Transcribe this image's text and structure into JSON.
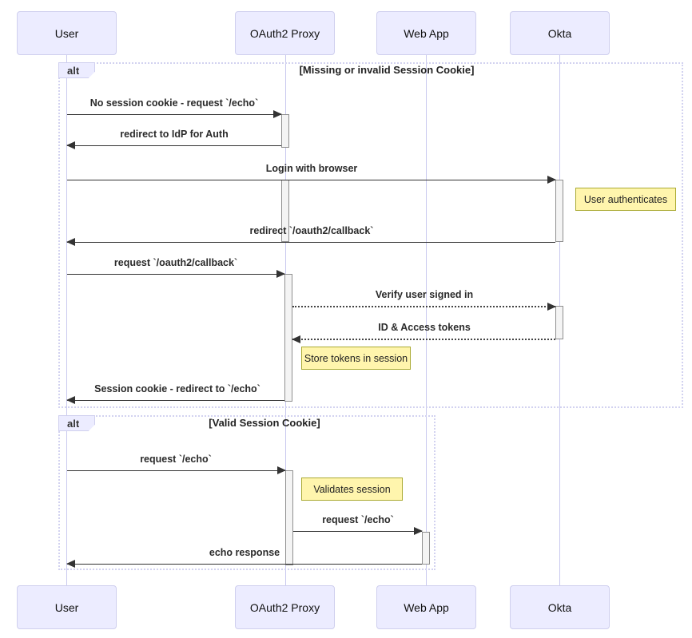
{
  "diagram_type": "sequence-diagram",
  "actors": [
    {
      "label": "User"
    },
    {
      "label": "OAuth2 Proxy"
    },
    {
      "label": "Web App"
    },
    {
      "label": "Okta"
    }
  ],
  "frames": [
    {
      "label": "alt",
      "condition": "[Missing or invalid Session Cookie]"
    },
    {
      "label": "alt",
      "condition": "[Valid Session Cookie]"
    }
  ],
  "messages": [
    {
      "text": "No session cookie - request `/echo`",
      "from": "User",
      "to": "OAuth2 Proxy",
      "line": "solid",
      "direction": "right"
    },
    {
      "text": "redirect to IdP for Auth",
      "from": "OAuth2 Proxy",
      "to": "User",
      "line": "solid",
      "direction": "left"
    },
    {
      "text": "Login with browser",
      "from": "User",
      "to": "Okta",
      "line": "solid",
      "direction": "right"
    },
    {
      "text": "redirect `/oauth2/callback`",
      "from": "Okta",
      "to": "User",
      "line": "solid",
      "direction": "left"
    },
    {
      "text": "request `/oauth2/callback`",
      "from": "User",
      "to": "OAuth2 Proxy",
      "line": "solid",
      "direction": "right"
    },
    {
      "text": "Verify user signed in",
      "from": "OAuth2 Proxy",
      "to": "Okta",
      "line": "dotted",
      "direction": "right"
    },
    {
      "text": "ID & Access tokens",
      "from": "Okta",
      "to": "OAuth2 Proxy",
      "line": "dotted",
      "direction": "left"
    },
    {
      "text": "Session cookie - redirect to `/echo`",
      "from": "OAuth2 Proxy",
      "to": "User",
      "line": "solid",
      "direction": "left"
    },
    {
      "text": "request `/echo`",
      "from": "User",
      "to": "OAuth2 Proxy",
      "line": "solid",
      "direction": "right"
    },
    {
      "text": "request `/echo`",
      "from": "OAuth2 Proxy",
      "to": "Web App",
      "line": "solid",
      "direction": "right"
    },
    {
      "text": "echo response",
      "from": "Web App",
      "to": "User",
      "line": "solid",
      "direction": "left"
    }
  ],
  "notes": [
    {
      "text": "User authenticates",
      "anchor": "Okta"
    },
    {
      "text": "Store tokens in session",
      "anchor": "OAuth2 Proxy"
    },
    {
      "text": "Validates session",
      "anchor": "OAuth2 Proxy"
    }
  ],
  "colors": {
    "actor_fill": "#ECECFF",
    "actor_border": "#CFCFEE",
    "lifeline": "#C9C9EF",
    "frame_border": "#D2D2F0",
    "note_fill": "#FFF5AD",
    "note_border": "#AAAA33",
    "activation_fill": "#F4F4F4",
    "arrow": "#333333"
  }
}
